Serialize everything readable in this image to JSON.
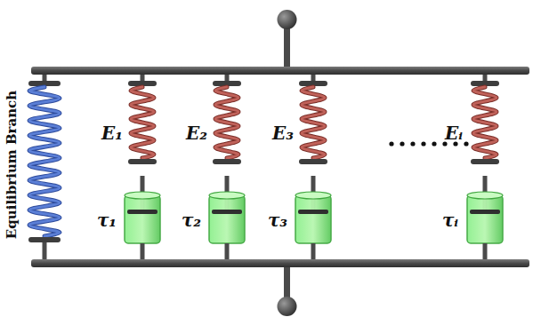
{
  "diagram": {
    "labels": [
      "Equilibrium Branch",
      "E₁",
      "τ₁",
      "E₂",
      "τ₂",
      "E₃",
      "τ₃",
      "Eᵢ",
      "τᵢ"
    ]
  }
}
